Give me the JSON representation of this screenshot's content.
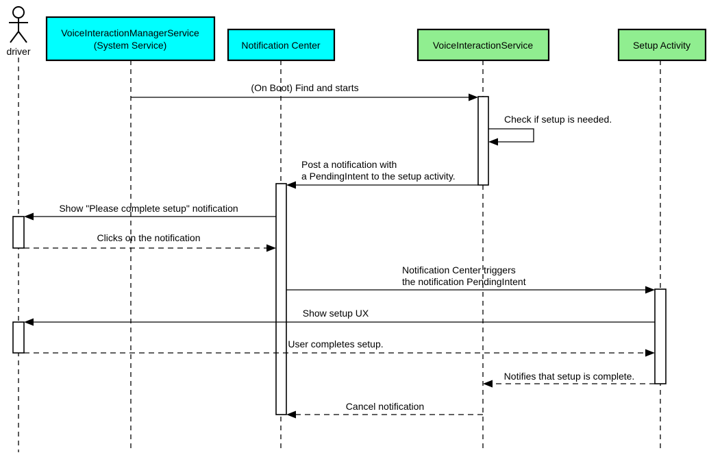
{
  "diagram": {
    "type": "uml-sequence-diagram",
    "colors": {
      "system_participant_fill": "#00ffff",
      "app_participant_fill": "#90ee90",
      "line": "#000000",
      "background": "#ffffff"
    },
    "actor": {
      "label": "driver"
    },
    "participants": [
      {
        "label": "VoiceInteractionManagerService",
        "label2": "(System Service)",
        "fill": "#00ffff"
      },
      {
        "label": "Notification Center",
        "fill": "#00ffff"
      },
      {
        "label": "VoiceInteractionService",
        "fill": "#90ee90"
      },
      {
        "label": "Setup Activity",
        "fill": "#90ee90"
      }
    ],
    "messages": [
      {
        "text": "(On Boot) Find and starts",
        "from": "VoiceInteractionManagerService",
        "to": "VoiceInteractionService",
        "line": "solid"
      },
      {
        "text": "Check if setup is needed.",
        "from": "VoiceInteractionService",
        "to": "VoiceInteractionService",
        "line": "solid",
        "kind": "self"
      },
      {
        "text": "Post a notification with",
        "text2": "a PendingIntent to the setup activity.",
        "from": "VoiceInteractionService",
        "to": "Notification Center",
        "line": "solid"
      },
      {
        "text": "Show \"Please complete setup\" notification",
        "from": "Notification Center",
        "to": "driver",
        "line": "solid"
      },
      {
        "text": "Clicks on the notification",
        "from": "driver",
        "to": "Notification Center",
        "line": "dashed"
      },
      {
        "text": "Notification Center triggers",
        "text2": "the notification PendingIntent",
        "from": "Notification Center",
        "to": "Setup Activity",
        "line": "solid"
      },
      {
        "text": "Show setup UX",
        "from": "Setup Activity",
        "to": "driver",
        "line": "solid"
      },
      {
        "text": "User completes setup.",
        "from": "driver",
        "to": "Setup Activity",
        "line": "dashed"
      },
      {
        "text": "Notifies that setup is complete.",
        "from": "Setup Activity",
        "to": "VoiceInteractionService",
        "line": "dashed"
      },
      {
        "text": "Cancel notification",
        "from": "VoiceInteractionService",
        "to": "Notification Center",
        "line": "dashed"
      }
    ]
  }
}
